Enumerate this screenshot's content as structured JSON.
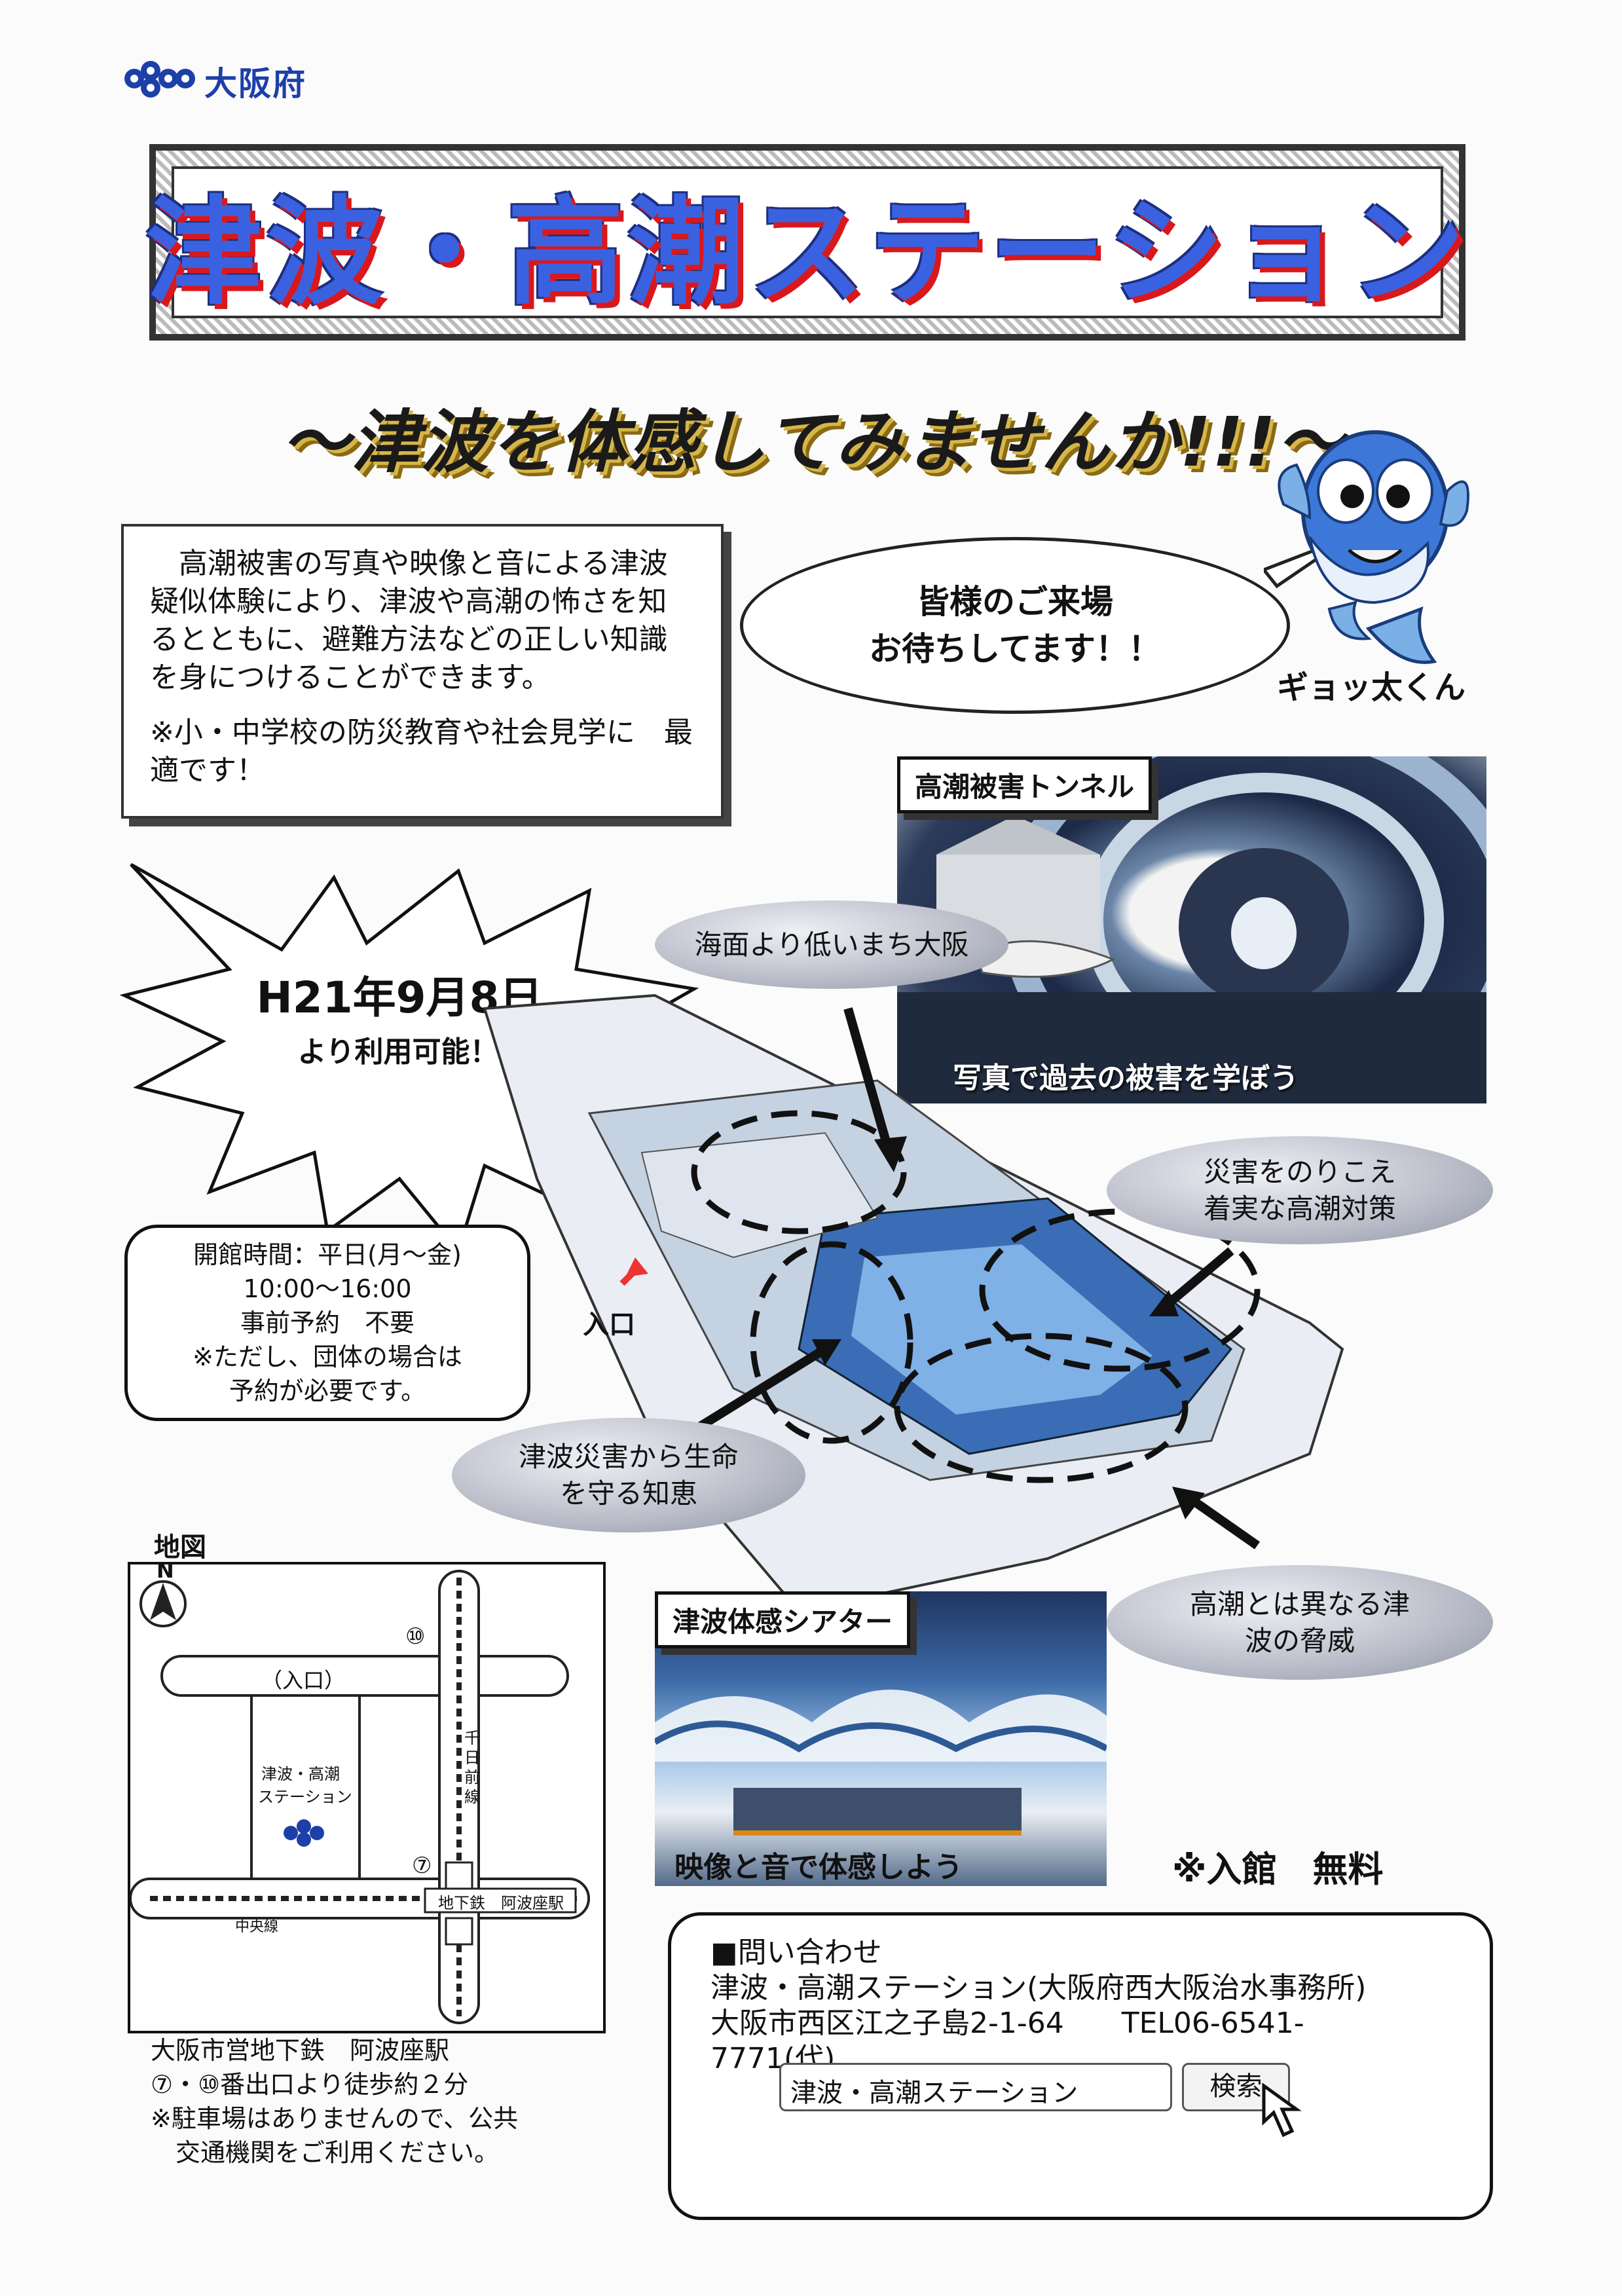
{
  "header": {
    "org_name": "大阪府"
  },
  "title": "津波・高潮ステーション",
  "subtitle": "～津波を体感してみませんか!!!～",
  "intro": {
    "paragraph": "　高潮被害の写真や映像と音による津波疑似体験により、津波や高潮の怖さを知るとともに、避難方法などの正しい知識を身につけることができます。",
    "note": "※小・中学校の防災教育や社会見学に　最適です！"
  },
  "speech_bubble": {
    "line1": "皆様のご来場",
    "line2": "お待ちしてます！！"
  },
  "mascot": {
    "name": "ギョッ太くん"
  },
  "tunnel": {
    "label": "高潮被害トンネル",
    "caption": "写真で過去の被害を学ぼう"
  },
  "opening": {
    "date": "H21年9月8日",
    "available": "より利用可能！！"
  },
  "callouts": {
    "low_city": "海面より低いまち大阪",
    "overcome_line1": "災害をのりこえ",
    "overcome_line2": "着実な高潮対策",
    "wisdom_line1": "津波災害から生命",
    "wisdom_line2": "を守る知恵",
    "threat_line1": "高潮とは異なる津",
    "threat_line2": "波の脅威"
  },
  "entrance_label": "入口",
  "hours": {
    "line1": "開館時間：平日(月～金)",
    "line2": "10:00～16:00",
    "line3": "事前予約　不要",
    "line4": "※ただし、団体の場合は",
    "line5": "予約が必要です。"
  },
  "map": {
    "title": "地図",
    "north": "N",
    "entrance": "（入口）",
    "station_line1": "津波・高潮",
    "station_line2": "ステーション",
    "exit10": "⑩",
    "exit7": "⑦",
    "sennichimae": "千日前線",
    "chuo": "中央線",
    "awaza": "地下鉄　阿波座駅"
  },
  "map_notes": {
    "line1": "大阪市営地下鉄　阿波座駅",
    "line2": "⑦・⑩番出口より徒歩約２分",
    "line3": "※駐車場はありませんので、公共",
    "line4": "　交通機関をご利用ください。"
  },
  "theater": {
    "label": "津波体感シアター",
    "caption": "映像と音で体感しよう"
  },
  "admission": "※入館　無料",
  "contact": {
    "heading": "■問い合わせ",
    "line1": "津波・高潮ステーション(大阪府西大阪治水事務所)",
    "line2": "大阪市西区江之子島2-1-64　　TEL06-6541-",
    "line3": "7771(代)",
    "search_value": "津波・高潮ステーション",
    "search_button": "検索"
  },
  "colors": {
    "title_blue": "#3a62e0",
    "title_red": "#d9181c",
    "logo_blue": "#1d3fa8"
  }
}
